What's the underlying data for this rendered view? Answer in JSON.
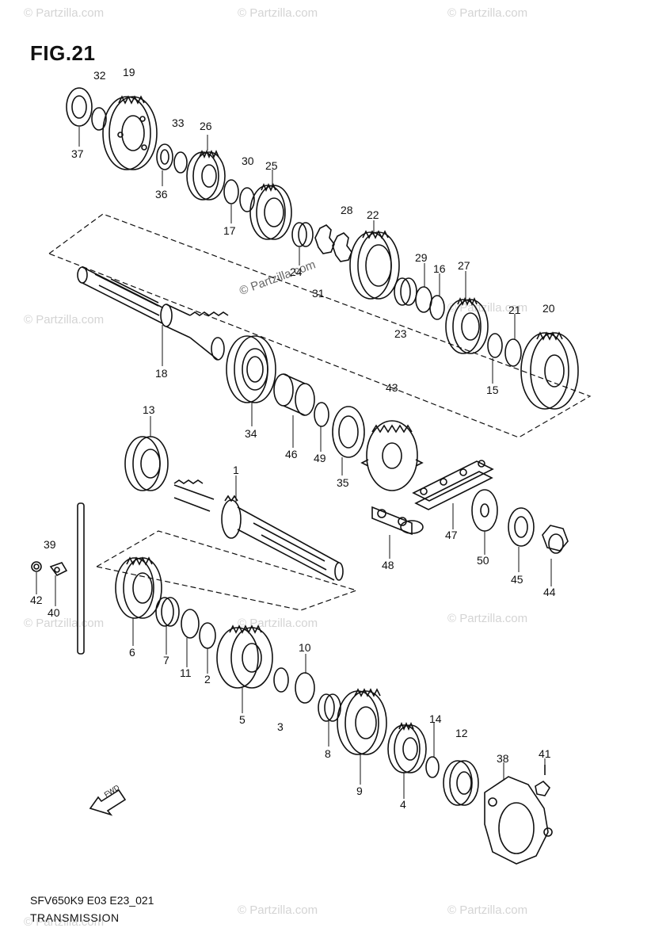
{
  "figure_title": "FIG.21",
  "drawing_code": "SFV650K9 E03 E23_021",
  "caption": "TRANSMISSION",
  "watermark": "© Partzilla.com",
  "fwd_label": "FWD",
  "callouts": [
    {
      "id": "c32",
      "text": "32"
    },
    {
      "id": "c19",
      "text": "19"
    },
    {
      "id": "c37",
      "text": "37"
    },
    {
      "id": "c33",
      "text": "33"
    },
    {
      "id": "c26",
      "text": "26"
    },
    {
      "id": "c36",
      "text": "36"
    },
    {
      "id": "c30",
      "text": "30"
    },
    {
      "id": "c25",
      "text": "25"
    },
    {
      "id": "c17",
      "text": "17"
    },
    {
      "id": "c28",
      "text": "28"
    },
    {
      "id": "c22",
      "text": "22"
    },
    {
      "id": "c24",
      "text": "24"
    },
    {
      "id": "c31",
      "text": "31"
    },
    {
      "id": "c29",
      "text": "29"
    },
    {
      "id": "c16",
      "text": "16"
    },
    {
      "id": "c27",
      "text": "27"
    },
    {
      "id": "c21",
      "text": "21"
    },
    {
      "id": "c20",
      "text": "20"
    },
    {
      "id": "c23",
      "text": "23"
    },
    {
      "id": "c18",
      "text": "18"
    },
    {
      "id": "c43",
      "text": "43"
    },
    {
      "id": "c15",
      "text": "15"
    },
    {
      "id": "c34",
      "text": "34"
    },
    {
      "id": "c46",
      "text": "46"
    },
    {
      "id": "c49",
      "text": "49"
    },
    {
      "id": "c35",
      "text": "35"
    },
    {
      "id": "c13",
      "text": "13"
    },
    {
      "id": "c1",
      "text": "1"
    },
    {
      "id": "c47",
      "text": "47"
    },
    {
      "id": "c50",
      "text": "50"
    },
    {
      "id": "c45",
      "text": "45"
    },
    {
      "id": "c44",
      "text": "44"
    },
    {
      "id": "c48",
      "text": "48"
    },
    {
      "id": "c39",
      "text": "39"
    },
    {
      "id": "c42",
      "text": "42"
    },
    {
      "id": "c40",
      "text": "40"
    },
    {
      "id": "c6",
      "text": "6"
    },
    {
      "id": "c7",
      "text": "7"
    },
    {
      "id": "c11",
      "text": "11"
    },
    {
      "id": "c2",
      "text": "2"
    },
    {
      "id": "c5",
      "text": "5"
    },
    {
      "id": "c10",
      "text": "10"
    },
    {
      "id": "c3",
      "text": "3"
    },
    {
      "id": "c8",
      "text": "8"
    },
    {
      "id": "c9",
      "text": "9"
    },
    {
      "id": "c14",
      "text": "14"
    },
    {
      "id": "c12",
      "text": "12"
    },
    {
      "id": "c4",
      "text": "4"
    },
    {
      "id": "c38",
      "text": "38"
    },
    {
      "id": "c41",
      "text": "41"
    }
  ]
}
